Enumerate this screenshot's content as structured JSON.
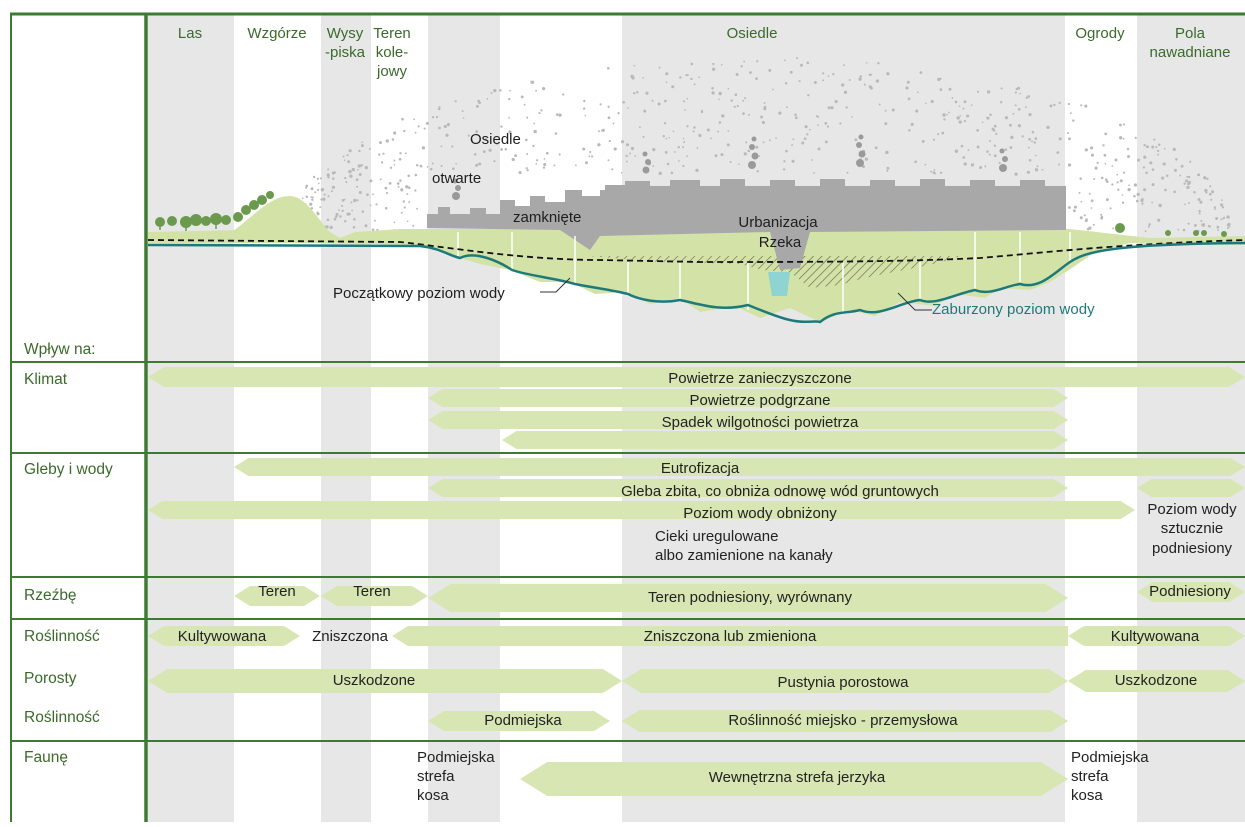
{
  "colors": {
    "frame": "#3d7a32",
    "band": "#e7e7e7",
    "arrow": "#d7e6b3",
    "ground": "#d3e3a8",
    "building": "#a8a8a8",
    "water_line": "#1e7a7a",
    "river": "#8fd3d3",
    "tree": "#6b9a4e"
  },
  "zones": [
    "Las",
    "Wzgórze",
    "Wysy\n-piska",
    "Teren\nkole-\njowy",
    "Osiedle",
    "Ogrody",
    "Pola\nnawadniane"
  ],
  "diagram_labels": {
    "osiedle_otwarte_1": "Osiedle",
    "osiedle_otwarte_2": "otwarte",
    "zamkniete": "zamknięte",
    "urbanizacja": "Urbanizacja",
    "rzeka": "Rzeka",
    "poczatkowy": "Początkowy poziom wody",
    "zaburzony": "Zaburzony poziom wody"
  },
  "rows": {
    "wplyw": "Wpływ na:",
    "klimat": "Klimat",
    "gleby": "Gleby i wody",
    "rzezbe": "Rzeźbę",
    "roslinnosc": "Roślinność",
    "porosty": "Porosty",
    "roslinnosc2": "Roślinność",
    "faune": "Faunę"
  },
  "arrows": {
    "klimat_1": "Powietrze zanieczyszczone",
    "klimat_2": "Powietrze podgrzane",
    "klimat_3": "Spadek wilgotności powietrza",
    "gleby_1": "Eutrofizacja",
    "gleby_2": "Gleba zbita, co obniża odnowę wód gruntowych",
    "gleby_3": "Poziom wody obniżony",
    "gleby_4a": "Cieki uregulowane",
    "gleby_4b": "albo zamienione na kanały",
    "gleby_5a": "Poziom wody",
    "gleby_5b": "sztucznie",
    "gleby_5c": "podniesiony",
    "rzezba_1": "Teren",
    "rzezba_2": "Teren",
    "rzezba_3": "Teren podniesiony, wyrównany",
    "rzezba_4": "Podniesiony",
    "rosl_1": "Kultywowana",
    "rosl_2": "Zniszczona",
    "rosl_3": "Zniszczona lub zmieniona",
    "rosl_4": "Kultywowana",
    "poro_1": "Uszkodzone",
    "poro_2": "Pustynia porostowa",
    "poro_3": "Uszkodzone",
    "rosl2_1": "Podmiejska",
    "rosl2_2": "Roślinność miejsko - przemysłowa",
    "fauna_1a": "Podmiejska",
    "fauna_1b": "strefa",
    "fauna_1c": "kosa",
    "fauna_2": "Wewnętrzna strefa jerzyka",
    "fauna_3a": "Podmiejska",
    "fauna_3b": "strefa",
    "fauna_3c": "kosa"
  }
}
